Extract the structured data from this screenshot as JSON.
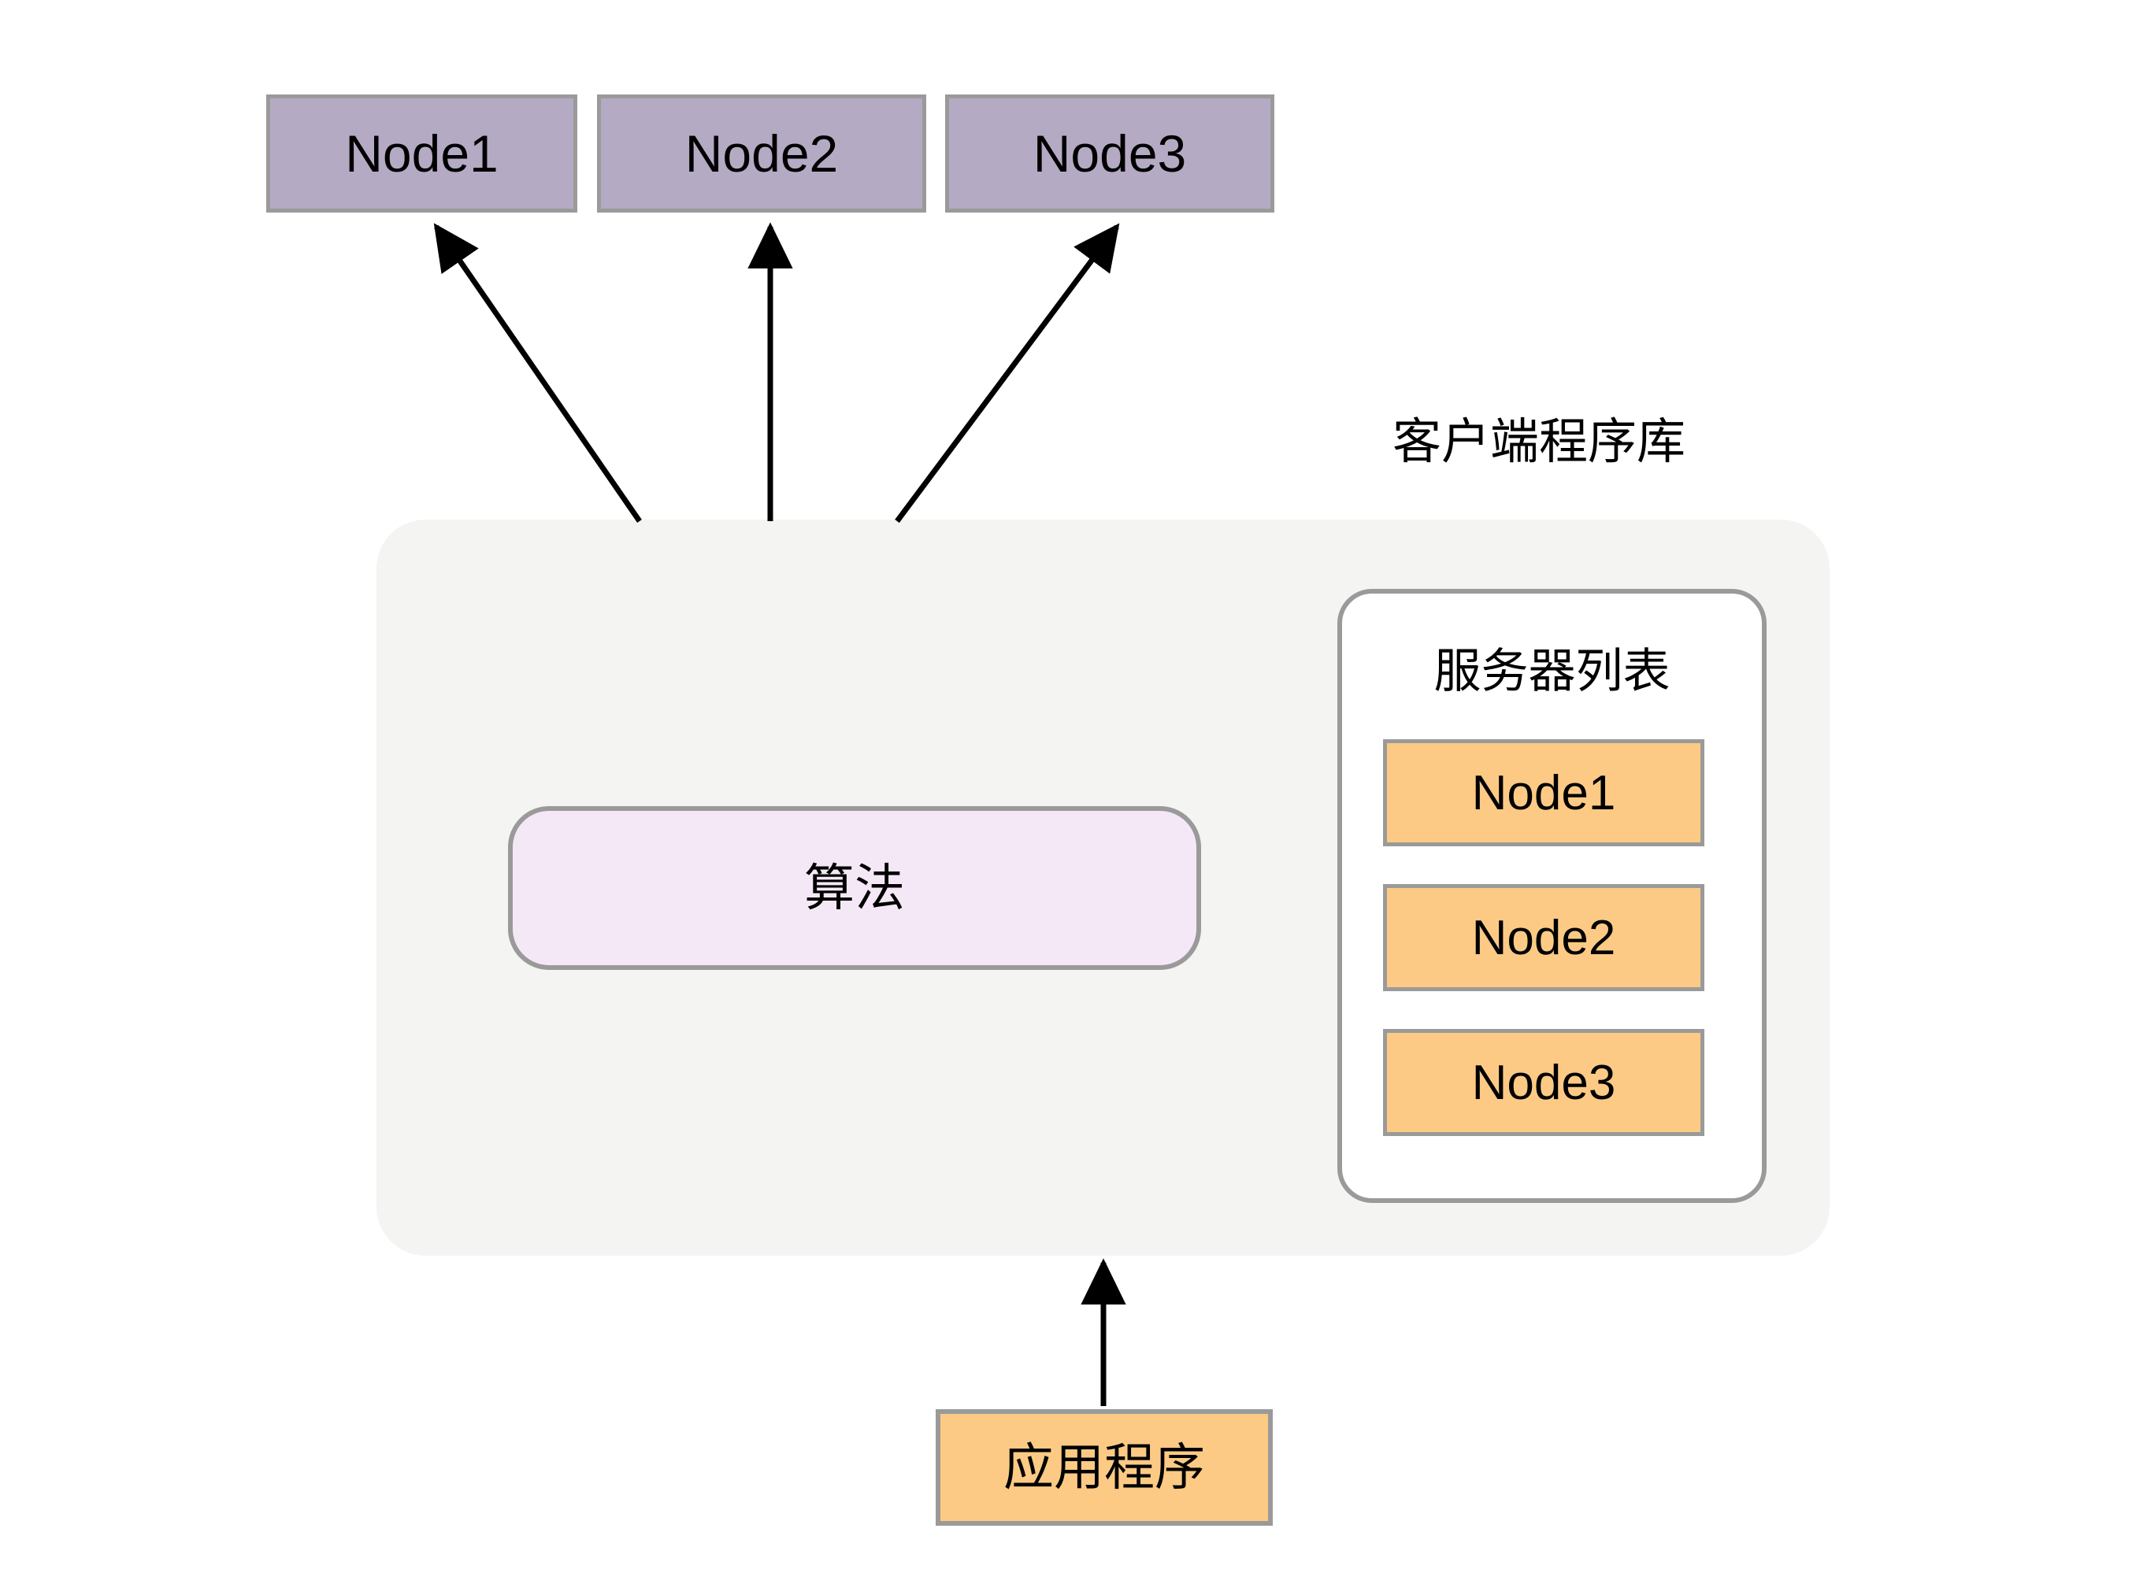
{
  "diagram": {
    "title_caption": "客户端程序库",
    "colors": {
      "cluster_node_fill": "#b5aac4",
      "cluster_node_border": "#9a9a9a",
      "shell_fill": "#f4f4f3",
      "algorithm_fill": "#f4e8f6",
      "algorithm_border": "#9a9a9a",
      "server_node_fill": "#fcca84",
      "server_node_border": "#9a9a9a",
      "app_fill": "#fcca84",
      "arrow_stroke": "#000000",
      "page_background": "#ffffff"
    },
    "cluster_nodes": [
      {
        "label": "Node1"
      },
      {
        "label": "Node2"
      },
      {
        "label": "Node3"
      }
    ],
    "algorithm": {
      "label": "算法"
    },
    "server_list": {
      "title": "服务器列表",
      "items": [
        {
          "label": "Node1"
        },
        {
          "label": "Node2"
        },
        {
          "label": "Node3"
        }
      ]
    },
    "application": {
      "label": "应用程序"
    },
    "arrows": [
      {
        "name": "client-to-node1",
        "from": "client-library",
        "to": "Node1"
      },
      {
        "name": "client-to-node2",
        "from": "client-library",
        "to": "Node2"
      },
      {
        "name": "client-to-node3",
        "from": "client-library",
        "to": "Node3"
      },
      {
        "name": "application-to-client",
        "from": "应用程序",
        "to": "client-library"
      }
    ]
  }
}
